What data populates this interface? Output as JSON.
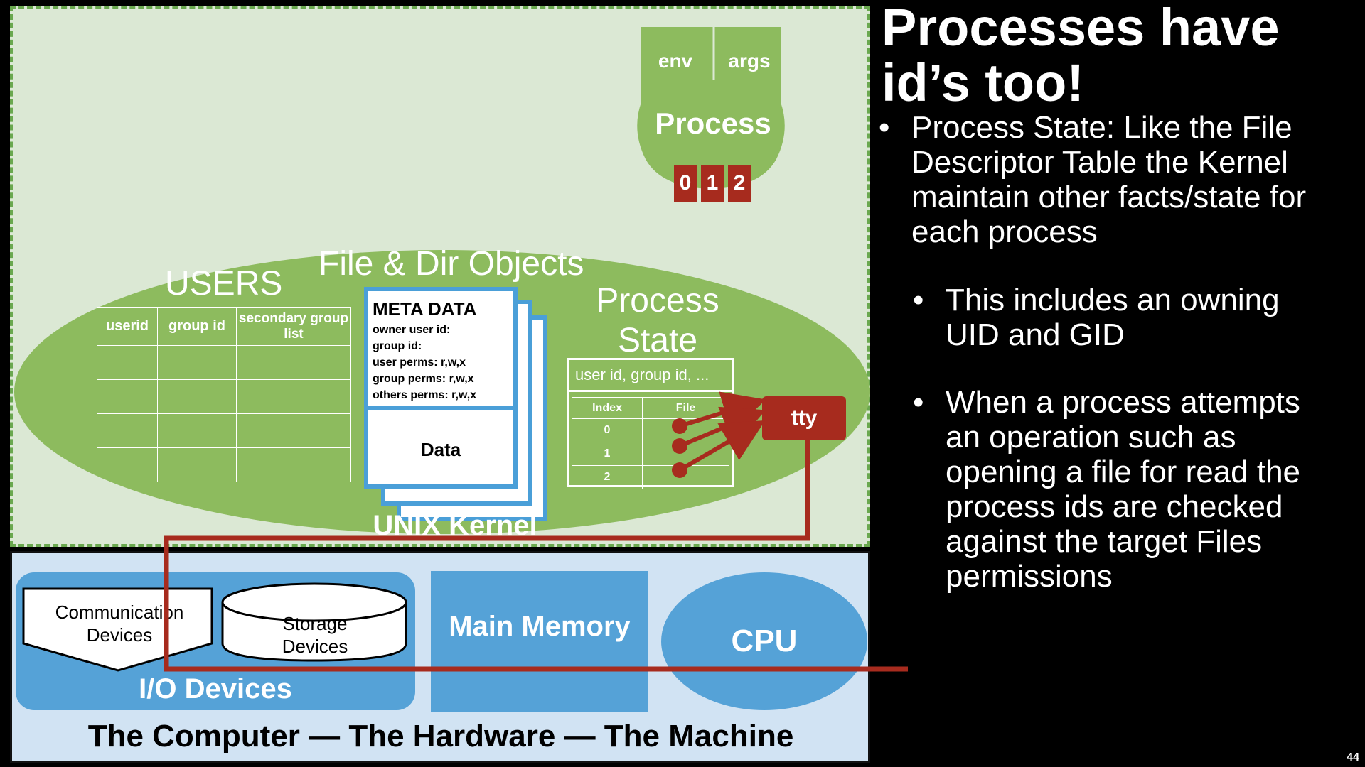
{
  "slide": {
    "title_line1": "Processes have",
    "title_line2": "id’s too!",
    "page_number": "44",
    "bullets": [
      {
        "bullet": "•",
        "text": "Process State: Like the File Descriptor Table the Kernel maintain other facts/state for each process"
      },
      {
        "bullet": "•",
        "text": "This includes an owning UID and GID"
      },
      {
        "bullet": "•",
        "text": "When a process attempts an operation such as opening a file for read the process ids are checked against the target Files permissions"
      }
    ]
  },
  "process": {
    "env_label": "env",
    "args_label": "args",
    "label": "Process",
    "fds": [
      "0",
      "1",
      "2"
    ]
  },
  "kernel": {
    "label": "UNIX Kernel",
    "users": {
      "title": "USERS",
      "headers": [
        "userid",
        "group id",
        "secondary group list"
      ]
    },
    "files": {
      "title": "File & Dir Objects",
      "meta_title": "META DATA",
      "meta_lines": [
        "owner user id:",
        "group id:",
        "user perms: r,w,x",
        "group perms: r,w,x",
        "others perms: r,w,x"
      ],
      "data_label": "Data"
    },
    "process_state": {
      "title_line1": "Process",
      "title_line2": "State",
      "ids_row": "user id, group id, ...",
      "headers": [
        "Index",
        "File"
      ],
      "rows": [
        "0",
        "1",
        "2"
      ]
    },
    "tty_label": "tty"
  },
  "hardware": {
    "comm_devices": "Communication Devices",
    "storage_devices": "Storage Devices",
    "io_label": "I/O Devices",
    "main_memory": "Main Memory",
    "cpu": "CPU",
    "caption": "The Computer — The Hardware — The Machine"
  },
  "colors": {
    "kernel_bg": "#dbe8d4",
    "kernel_ellipse": "#8dbb5e",
    "hardware_bg": "#d1e3f3",
    "hardware_blue": "#55a2d7",
    "process_red": "#a72b1e",
    "file_border_blue": "#4a9fd8"
  }
}
